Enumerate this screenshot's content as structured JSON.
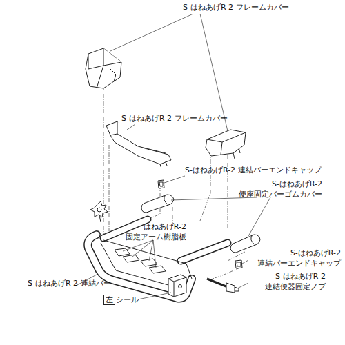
{
  "diagram": {
    "nodes": [
      {
        "text": [
          "左",
          "シール"
        ]
      }
    ],
    "labels": [
      "S-はねあげR-2 フレームカバー",
      "S-はねあげR-2 フレームカバー",
      "S-はねあげR-2 連結バーエンドキャップ",
      "S-はねあげR-2 便座固定バーゴムカバー",
      "はねあげR-2 固定アーム樹脂板",
      "S-はねあげR-2 連結バーエンドキャップ",
      "S-はねあげR-2 連結便器固定ノブ",
      "S-はねあげR-2 連結バー"
    ]
  }
}
